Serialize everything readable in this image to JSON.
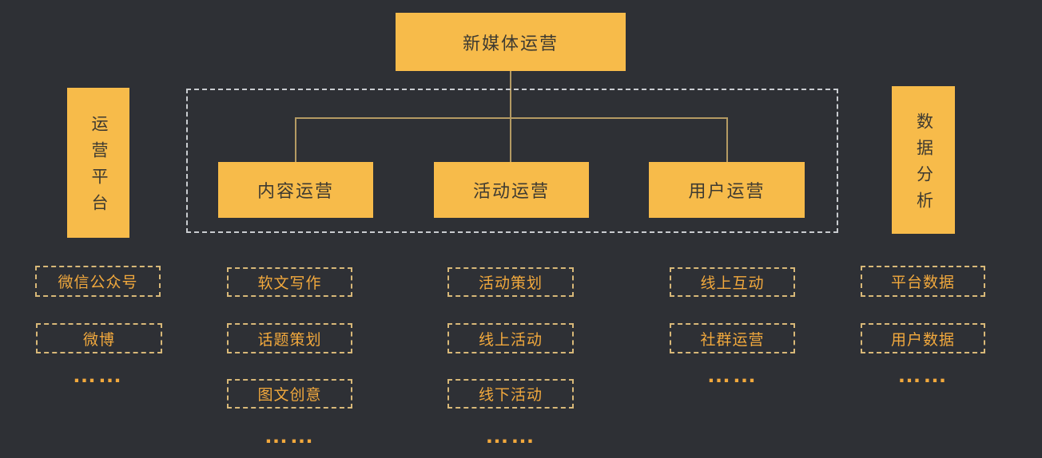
{
  "root": {
    "label": "新媒体运营"
  },
  "side_left": {
    "label": "运营平台",
    "items": [
      "微信公众号",
      "微博"
    ],
    "ellipsis": "……"
  },
  "branches": [
    {
      "label": "内容运营",
      "items": [
        "软文写作",
        "话题策划",
        "图文创意"
      ],
      "ellipsis": "……"
    },
    {
      "label": "活动运营",
      "items": [
        "活动策划",
        "线上活动",
        "线下活动"
      ],
      "ellipsis": "……"
    },
    {
      "label": "用户运营",
      "items": [
        "线上互动",
        "社群运营"
      ],
      "ellipsis": "……"
    }
  ],
  "side_right": {
    "label": "数据分析",
    "items": [
      "平台数据",
      "用户数据"
    ],
    "ellipsis": "……"
  },
  "colors": {
    "background": "#2e3035",
    "node_fill": "#f7bb4a",
    "node_text": "#3e3a31",
    "leaf_text": "#f2a93d",
    "leaf_border": "#d8b878",
    "connector": "#b49a63",
    "outline_dash": "#c9ccd0"
  }
}
